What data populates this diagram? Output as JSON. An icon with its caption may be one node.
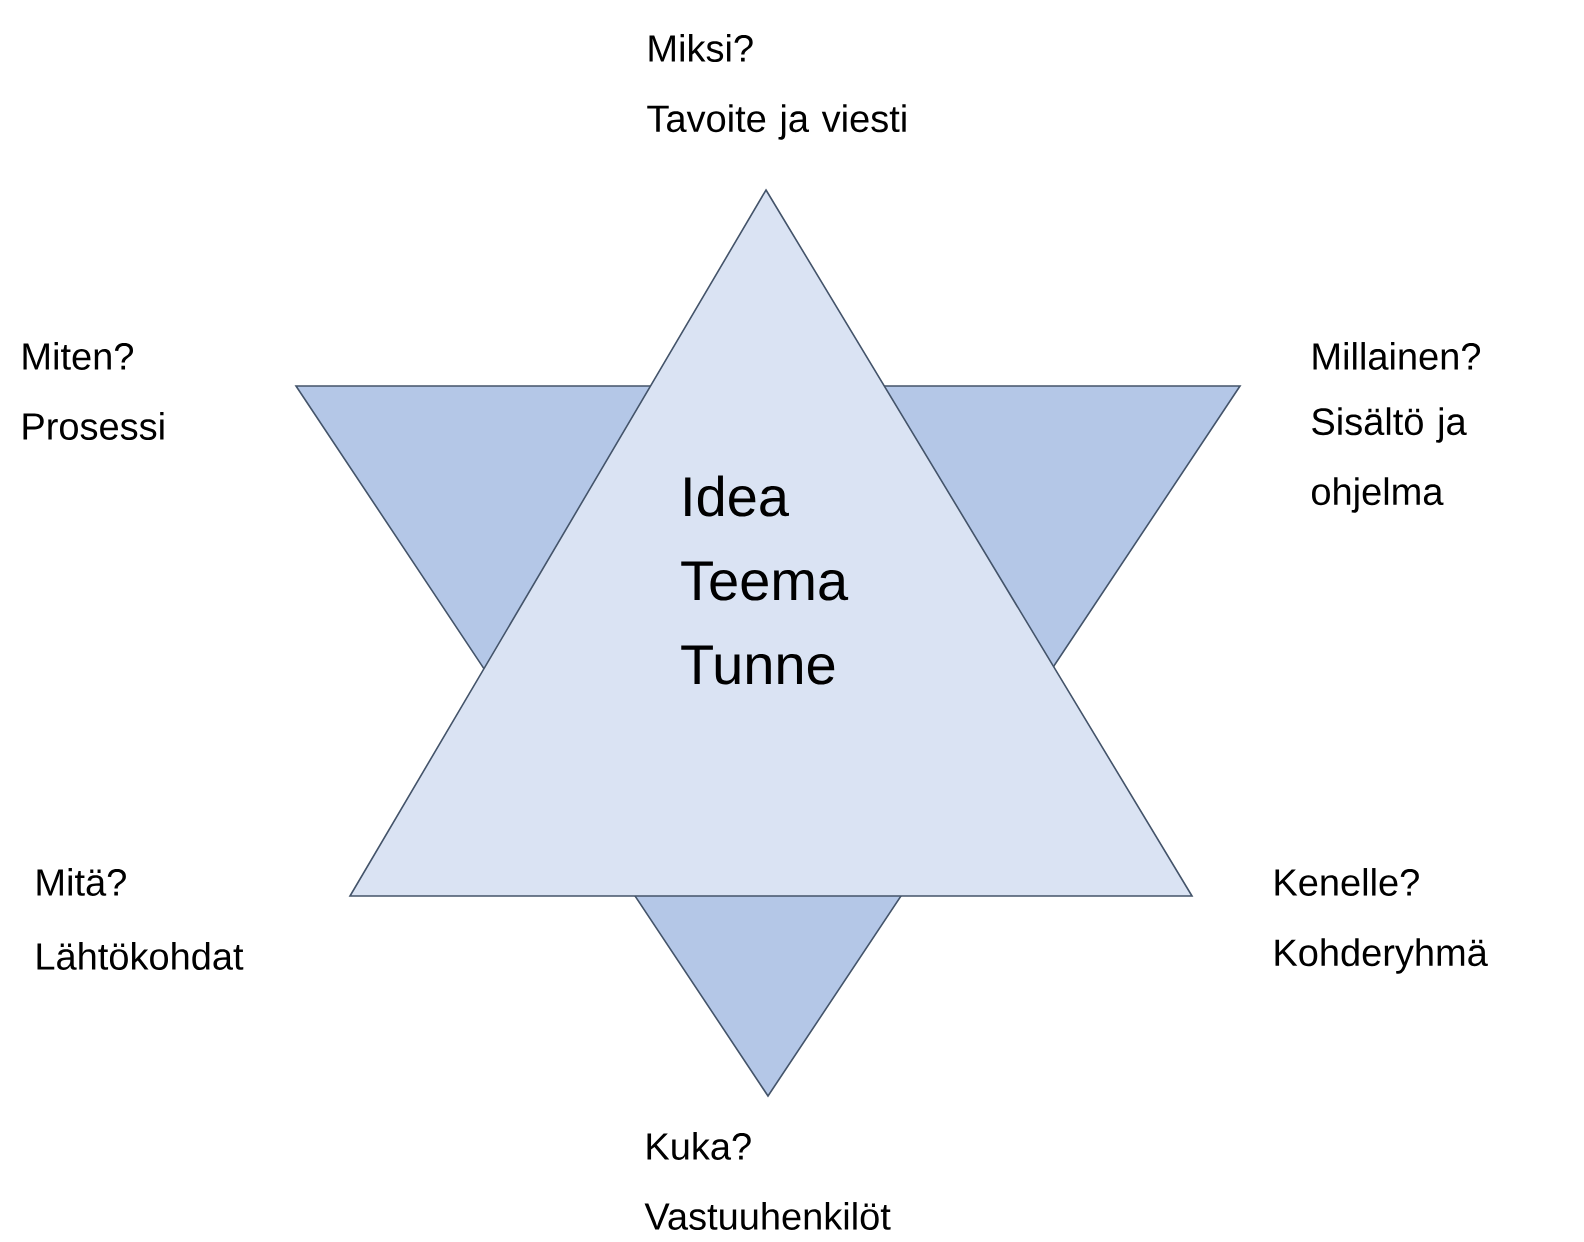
{
  "diagram": {
    "nodes": [
      {
        "text": [
          "Idea Teema Tunne"
        ]
      },
      {
        "text": [],
        "shape": "triangle"
      }
    ],
    "labels": [
      "Miksi?",
      "Tavoite ja viesti",
      "Miten?",
      "Prosessi",
      "Millainen?",
      "Sisältö ja ohjelma",
      "Mitä?",
      "Lähtökohdat",
      "Kenelle?",
      "Kohderyhmä",
      "Kuka?",
      "Vastuuhenkilöt"
    ]
  }
}
